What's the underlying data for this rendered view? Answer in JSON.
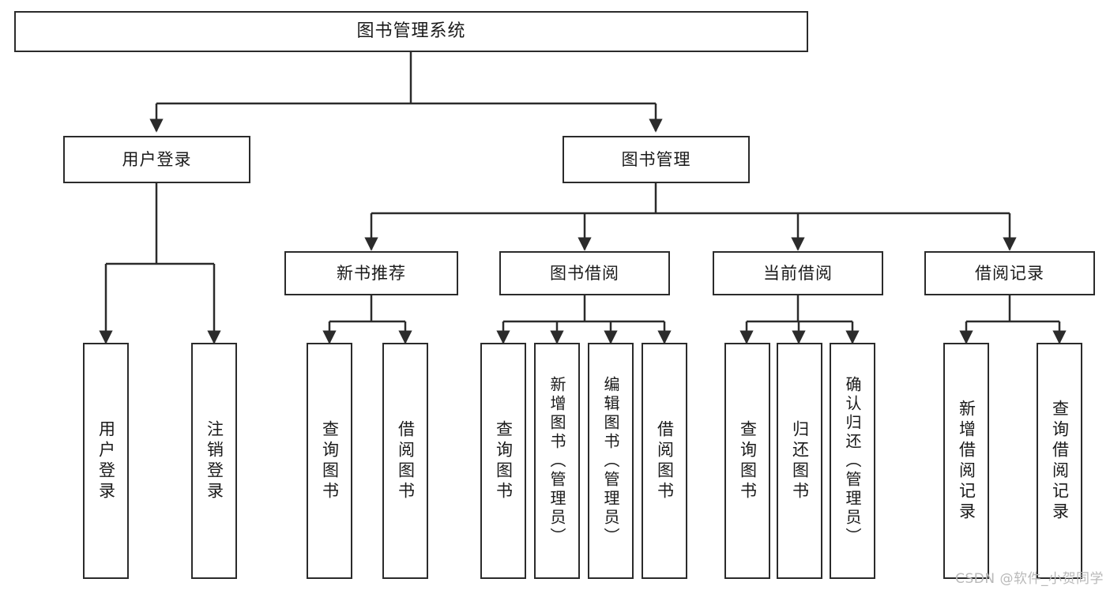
{
  "diagram": {
    "title": "图书管理系统",
    "type": "tree",
    "colors": {
      "stroke": "#2b2b2b",
      "fill": "#ffffff",
      "text": "#1a1a1a",
      "watermark": "#b9b9b9"
    },
    "watermark": "CSDN @软件_小贺同学"
  },
  "root": {
    "label": "图书管理系统"
  },
  "level1": [
    {
      "id": "user-login",
      "label": "用户登录"
    },
    {
      "id": "book-manage",
      "label": "图书管理"
    }
  ],
  "level2": [
    {
      "id": "new-book-recommend",
      "label": "新书推荐",
      "parent": "book-manage"
    },
    {
      "id": "book-borrow",
      "label": "图书借阅",
      "parent": "book-manage"
    },
    {
      "id": "current-borrow",
      "label": "当前借阅",
      "parent": "book-manage"
    },
    {
      "id": "borrow-record",
      "label": "借阅记录",
      "parent": "book-manage"
    }
  ],
  "leaves": [
    {
      "id": "leaf-user-login",
      "label": "用户登录",
      "parent": "user-login"
    },
    {
      "id": "leaf-user-logout",
      "label": "注销登录",
      "parent": "user-login"
    },
    {
      "id": "leaf-query-book-1",
      "label": "查询图书",
      "parent": "new-book-recommend"
    },
    {
      "id": "leaf-borrow-book-1",
      "label": "借阅图书",
      "parent": "new-book-recommend"
    },
    {
      "id": "leaf-query-book-2",
      "label": "查询图书",
      "parent": "book-borrow"
    },
    {
      "id": "leaf-add-book",
      "label": "新增图书（管理员）",
      "parent": "book-borrow"
    },
    {
      "id": "leaf-edit-book",
      "label": "编辑图书（管理员）",
      "parent": "book-borrow"
    },
    {
      "id": "leaf-borrow-book-2",
      "label": "借阅图书",
      "parent": "book-borrow"
    },
    {
      "id": "leaf-query-book-3",
      "label": "查询图书",
      "parent": "current-borrow"
    },
    {
      "id": "leaf-return-book",
      "label": "归还图书",
      "parent": "current-borrow"
    },
    {
      "id": "leaf-confirm-return",
      "label": "确认归还（管理员）",
      "parent": "current-borrow"
    },
    {
      "id": "leaf-add-record",
      "label": "新增借阅记录",
      "parent": "borrow-record"
    },
    {
      "id": "leaf-query-record",
      "label": "查询借阅记录",
      "parent": "borrow-record"
    }
  ]
}
